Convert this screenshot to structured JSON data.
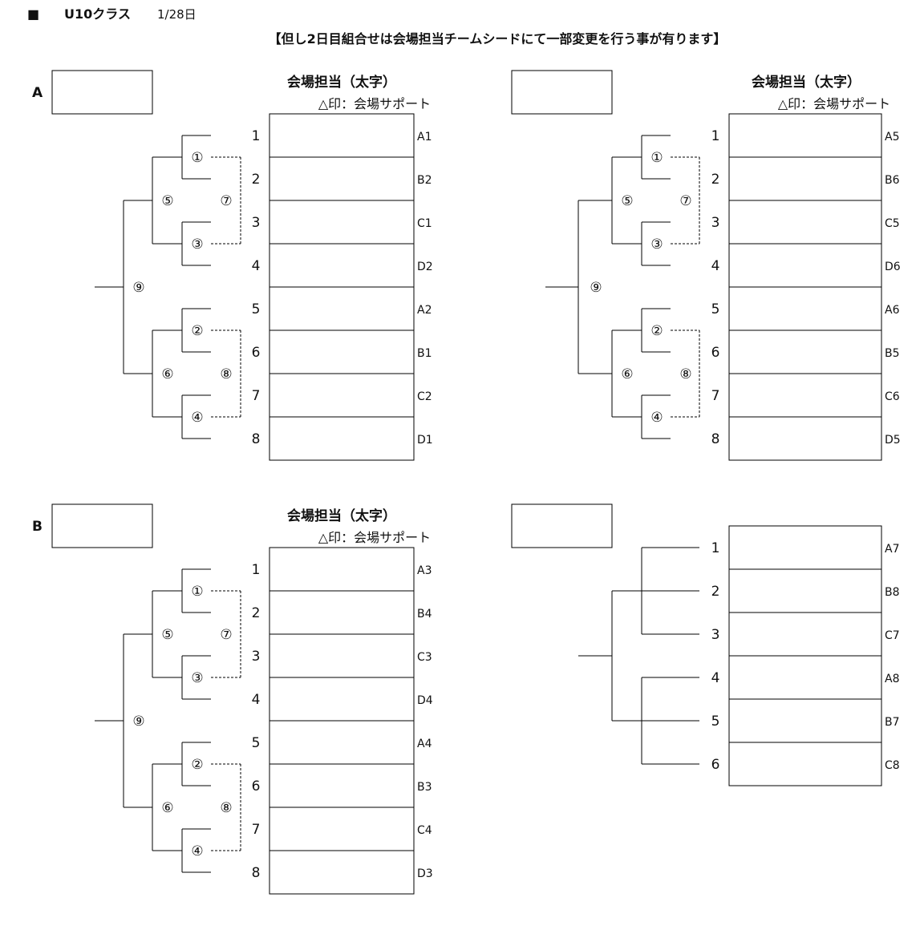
{
  "header": {
    "square": "■",
    "class_name": "U10クラス",
    "date": "1/28日",
    "notice": "【但し2日目組合せは会場担当チームシードにて一部変更を行う事が有ります】"
  },
  "groups": [
    {
      "label": "A",
      "venue_title": "会場担当（太字）",
      "support_note": "△印：会場サポート",
      "slots": [
        {
          "num": "1",
          "code": "A1"
        },
        {
          "num": "2",
          "code": "B2"
        },
        {
          "num": "3",
          "code": "C1"
        },
        {
          "num": "4",
          "code": "D2"
        },
        {
          "num": "5",
          "code": "A2"
        },
        {
          "num": "6",
          "code": "B1"
        },
        {
          "num": "7",
          "code": "C2"
        },
        {
          "num": "8",
          "code": "D1"
        }
      ],
      "matches": [
        "①",
        "②",
        "③",
        "④",
        "⑤",
        "⑥",
        "⑦",
        "⑧",
        "⑨"
      ]
    },
    {
      "label": "",
      "venue_title": "会場担当（太字）",
      "support_note": "△印：会場サポート",
      "slots": [
        {
          "num": "1",
          "code": "A5"
        },
        {
          "num": "2",
          "code": "B6"
        },
        {
          "num": "3",
          "code": "C5"
        },
        {
          "num": "4",
          "code": "D6"
        },
        {
          "num": "5",
          "code": "A6"
        },
        {
          "num": "6",
          "code": "B5"
        },
        {
          "num": "7",
          "code": "C6"
        },
        {
          "num": "8",
          "code": "D5"
        }
      ],
      "matches": [
        "①",
        "②",
        "③",
        "④",
        "⑤",
        "⑥",
        "⑦",
        "⑧",
        "⑨"
      ]
    },
    {
      "label": "B",
      "venue_title": "会場担当（太字）",
      "support_note": "△印：会場サポート",
      "slots": [
        {
          "num": "1",
          "code": "A3"
        },
        {
          "num": "2",
          "code": "B4"
        },
        {
          "num": "3",
          "code": "C3"
        },
        {
          "num": "4",
          "code": "D4"
        },
        {
          "num": "5",
          "code": "A4"
        },
        {
          "num": "6",
          "code": "B3"
        },
        {
          "num": "7",
          "code": "C4"
        },
        {
          "num": "8",
          "code": "D3"
        }
      ],
      "matches": [
        "①",
        "②",
        "③",
        "④",
        "⑤",
        "⑥",
        "⑦",
        "⑧",
        "⑨"
      ]
    },
    {
      "label": "",
      "slots": [
        {
          "num": "1",
          "code": "A7"
        },
        {
          "num": "2",
          "code": "B8"
        },
        {
          "num": "3",
          "code": "C7"
        },
        {
          "num": "4",
          "code": "A8"
        },
        {
          "num": "5",
          "code": "B7"
        },
        {
          "num": "6",
          "code": "C8"
        }
      ]
    }
  ]
}
